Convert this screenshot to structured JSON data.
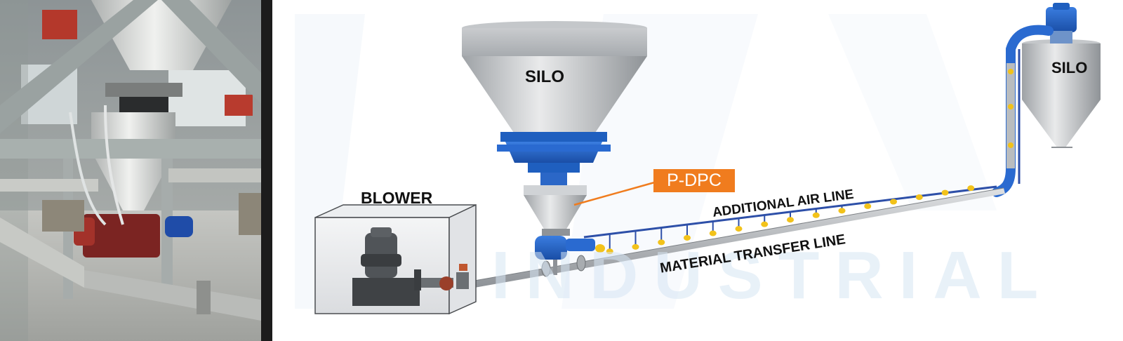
{
  "labels": {
    "silo_left": "SILO",
    "silo_right": "SILO",
    "blower": "BLOWER",
    "pdpc": "P-DPC",
    "air_line": "ADDITIONAL AIR LINE",
    "material_line": "MATERIAL TRANSFER LINE"
  },
  "watermark": "INDUSTRIAL",
  "colors": {
    "accent_orange": "#f07c1e",
    "valve_blue": "#1f5fbf",
    "silo_grey": "#b8bcc0",
    "pipe_grey": "#9ea3a8",
    "air_line_blue": "#2d4fa8",
    "nozzle_yellow": "#f2c21a"
  }
}
